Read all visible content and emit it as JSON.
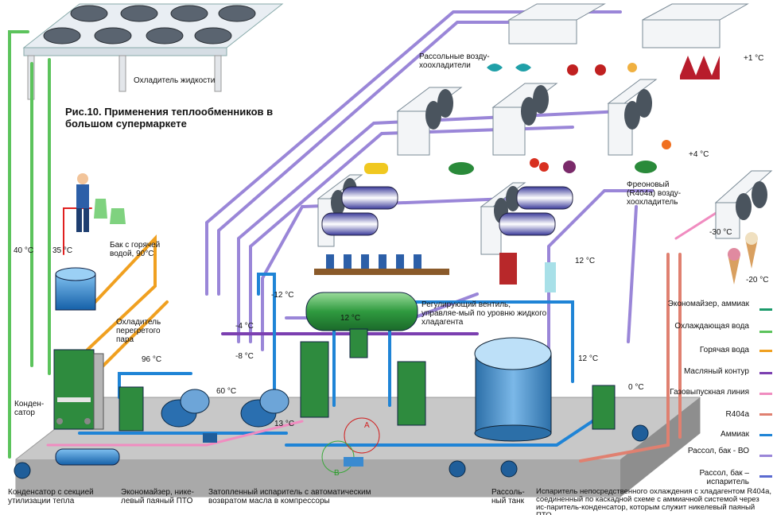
{
  "title": "Рис.10. Применения теплообменников в большом супермаркете",
  "labels": {
    "liquid_cooler": "Охладитель жидкости",
    "brine_air_coolers": "Рассольные возду-хоохладители",
    "hot_water_tank": "Бак с горячей водой, 90°C",
    "superheat_cooler": "Охладитель перегретого пара",
    "condenser": "Конден-сатор",
    "regulating_valve": "Регулирующий вентиль, управляе-мый по уровню жидкого хладагента",
    "freon_air_cooler": "Фреоновый (R404a) возду-хоохладитель",
    "condenser_heat_recovery": "Конденсатор с секцией утилизации тепла",
    "economizer_nickel": "Экономайзер, нике-левый паяный ПТО",
    "flooded_evaporator": "Затопленный испаритель с автоматическим возвратом масла в компрессоры",
    "brine_tank": "Рассоль-ный танк",
    "direct_evaporator": "Испаритель непосредственного охлаждения с хладагентом R404a, соединенный по каскадной схеме с аммиачной системой через ис-паритель-конденсатор, которым служит никелевый паяный ПТО",
    "point_a": "A",
    "point_b": "B"
  },
  "temps": {
    "t_plus1": "+1 °C",
    "t_plus4": "+4 °C",
    "t_minus30": "-30 °C",
    "t_minus20": "-20 °C",
    "t_40": "40 °C",
    "t_35": "35 °C",
    "t_96": "96 °C",
    "t_60": "60 °C",
    "t_13": "13 °C",
    "t_minus12": "-12 °C",
    "t_minus4": "-4 °C",
    "t_minus8": "-8 °C",
    "t_12_tank": "12 °C",
    "t_12_people": "12 °C",
    "t_12_right": "12 °C",
    "t_0": "0 °C"
  },
  "legend": [
    {
      "label": "Экономайзер, аммиак",
      "color": "#1a9a6a"
    },
    {
      "label": "Охлаждающая вода",
      "color": "#5cc35c"
    },
    {
      "label": "Горячая вода",
      "color": "#f0a020"
    },
    {
      "label": "Масляный контур",
      "color": "#7b3fb0"
    },
    {
      "label": "Газовыпускная линия",
      "color": "#f08cc0"
    },
    {
      "label": "R404a",
      "color": "#e08070"
    },
    {
      "label": "Аммиак",
      "color": "#1f84d6"
    },
    {
      "label": "Рассол, бак - ВО",
      "color": "#9a86d8"
    },
    {
      "label": "Рассол, бак – испаритель",
      "color": "#5a6ad0"
    }
  ]
}
